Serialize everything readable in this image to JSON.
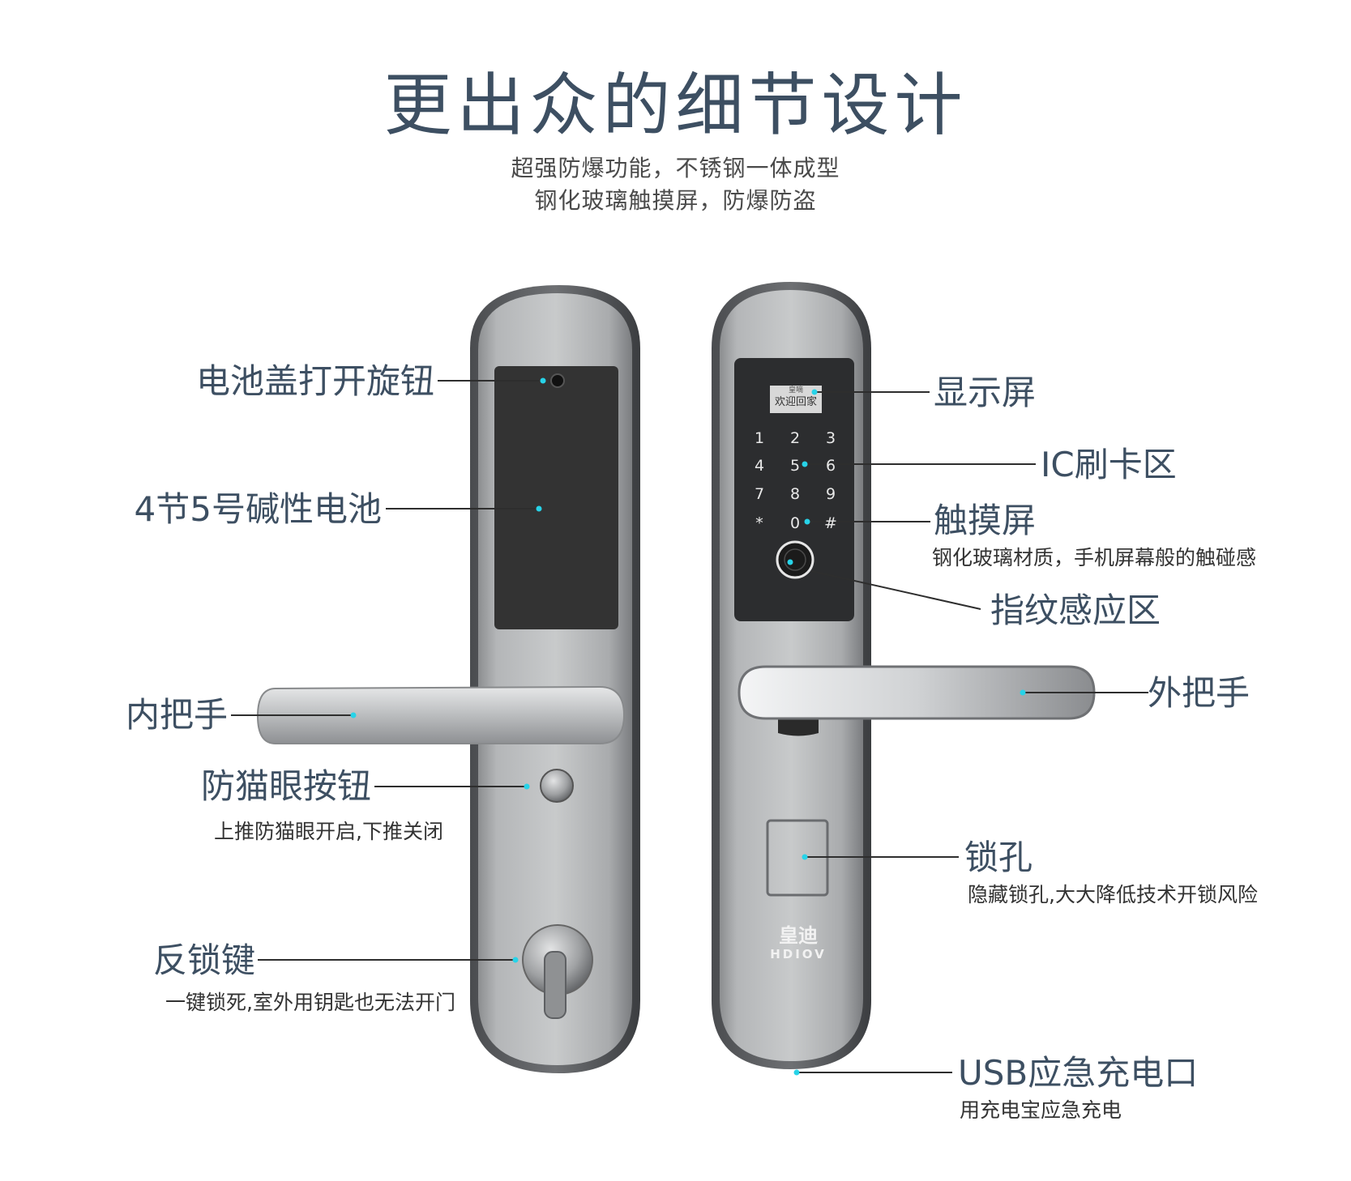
{
  "title": "更出众的细节设计",
  "subtitle_lines": [
    "超强防爆功能，不锈钢一体成型",
    "钢化玻璃触摸屏，防爆防盗"
  ],
  "left_callouts": {
    "battery_knob": {
      "label": "电池盖打开旋钮"
    },
    "battery": {
      "label": "4节5号碱性电池"
    },
    "inner_handle": {
      "label": "内把手"
    },
    "peephole_button": {
      "label": "防猫眼按钮",
      "desc": "上推防猫眼开启,下推关闭"
    },
    "deadlock_key": {
      "label": "反锁键",
      "desc": "一键锁死,室外用钥匙也无法开门"
    }
  },
  "right_callouts": {
    "display": {
      "label": "显示屏"
    },
    "ic_card": {
      "label": "IC刷卡区"
    },
    "touchscreen": {
      "label": "触摸屏",
      "desc": "钢化玻璃材质，手机屏幕般的触碰感"
    },
    "fingerprint": {
      "label": "指纹感应区"
    },
    "outer_handle": {
      "label": "外把手"
    },
    "keyhole": {
      "label": "锁孔",
      "desc": "隐藏锁孔,大大降低技术开锁风险"
    },
    "usb": {
      "label": "USB应急充电口",
      "desc": "用充电宝应急充电"
    }
  },
  "lcd": {
    "brand": "皇嘀",
    "text": "欢迎回家"
  },
  "keypad": [
    "1",
    "2",
    "3",
    "4",
    "5",
    "6",
    "7",
    "8",
    "9",
    "*",
    "0",
    "#"
  ],
  "brand_logo": {
    "cn": "皇迪",
    "en": "HDIOV"
  },
  "colors": {
    "accent_dot": "#27d3e8",
    "heading": "#3d4f62",
    "panel": "#333333"
  }
}
